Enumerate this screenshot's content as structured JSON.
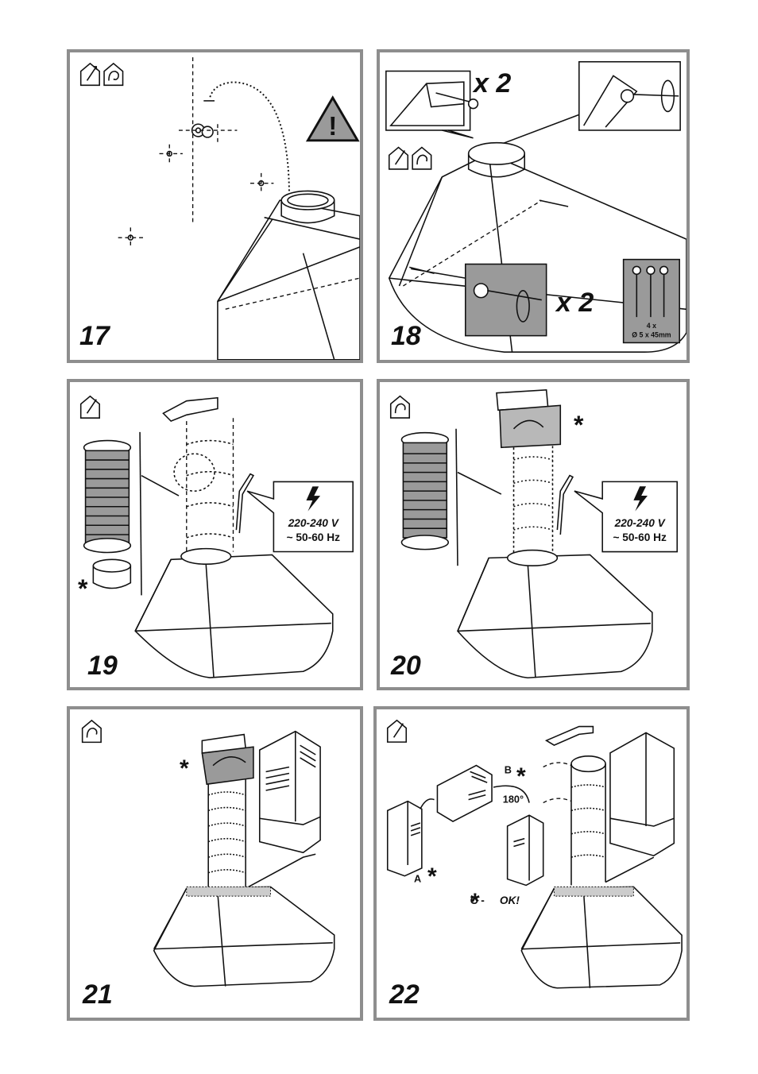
{
  "panels": [
    {
      "step": "17"
    },
    {
      "step": "18",
      "qty_top": "x 2",
      "qty_bottom": "x 2",
      "screw_count": "4 x",
      "screw_size": "Ø 5 x 45mm"
    },
    {
      "step": "19",
      "voltage": "220-240 V",
      "frequency": "~ 50-60 Hz",
      "optional_mark": "*"
    },
    {
      "step": "20",
      "voltage": "220-240 V",
      "frequency": "~ 50-60 Hz",
      "optional_mark": "*"
    },
    {
      "step": "21",
      "optional_mark": "*"
    },
    {
      "step": "22",
      "label_a": "A",
      "label_b": "B",
      "label_c": "C - ",
      "label_ok": "OK!",
      "angle": "180°",
      "mark_a": "*",
      "mark_b": "*",
      "mark_c": "*"
    }
  ],
  "icons": [
    "ducted-mode-icon",
    "recirculation-mode-icon",
    "warning-triangle-icon",
    "electric-bolt-icon",
    "screwdriver-icon"
  ]
}
